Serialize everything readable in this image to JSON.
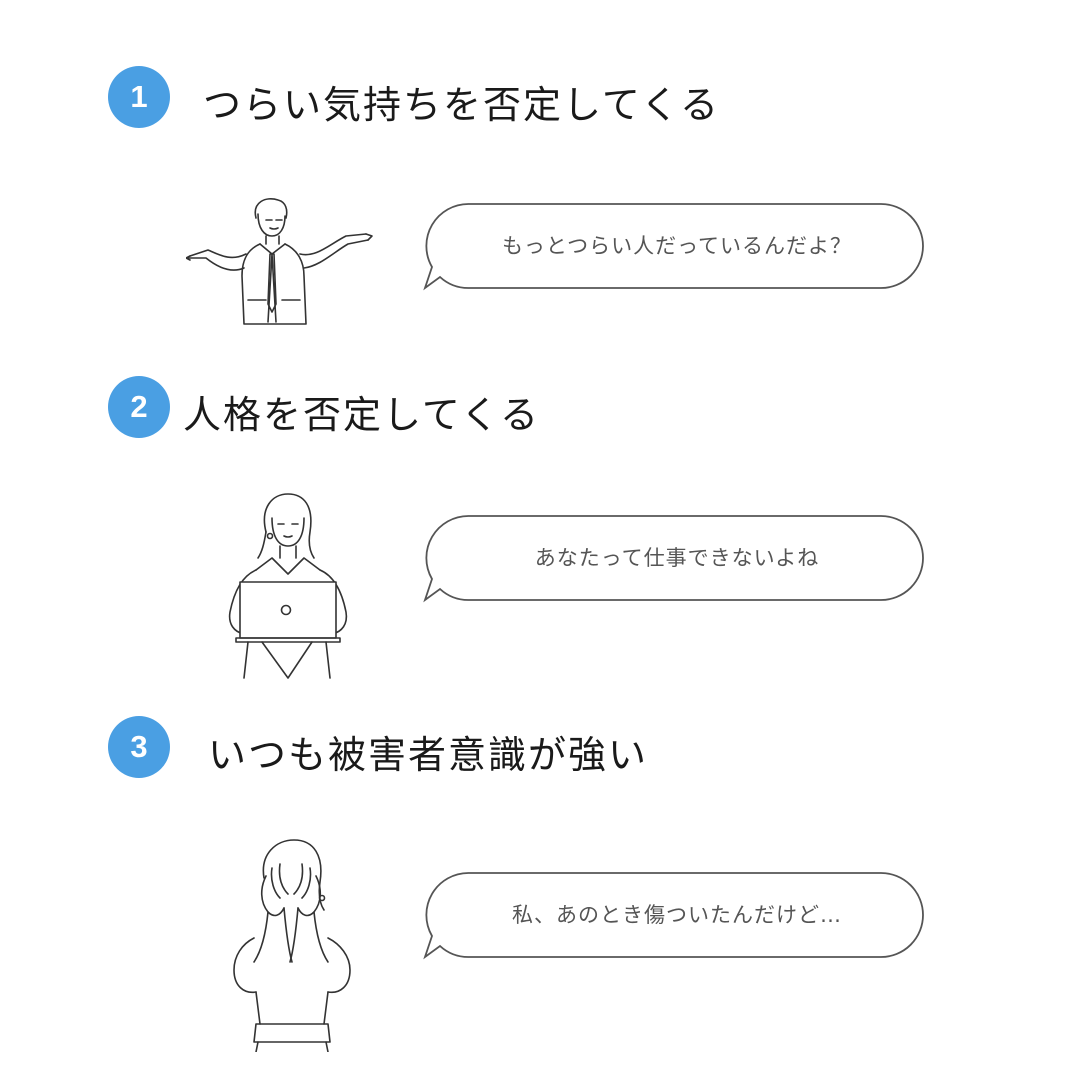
{
  "accent_color": "#4a9fe3",
  "items": [
    {
      "number": "1",
      "heading": "つらい気持ちを否定してくる",
      "speech": "もっとつらい人だっているんだよ？",
      "figure_icon": "shrugging-man-icon"
    },
    {
      "number": "2",
      "heading": "人格を否定してくる",
      "speech": "あなたって仕事できないよね",
      "figure_icon": "woman-laptop-icon"
    },
    {
      "number": "3",
      "heading": "いつも被害者意識が強い",
      "speech": "私、あのとき傷ついたんだけど…",
      "figure_icon": "woman-covering-face-icon"
    }
  ]
}
